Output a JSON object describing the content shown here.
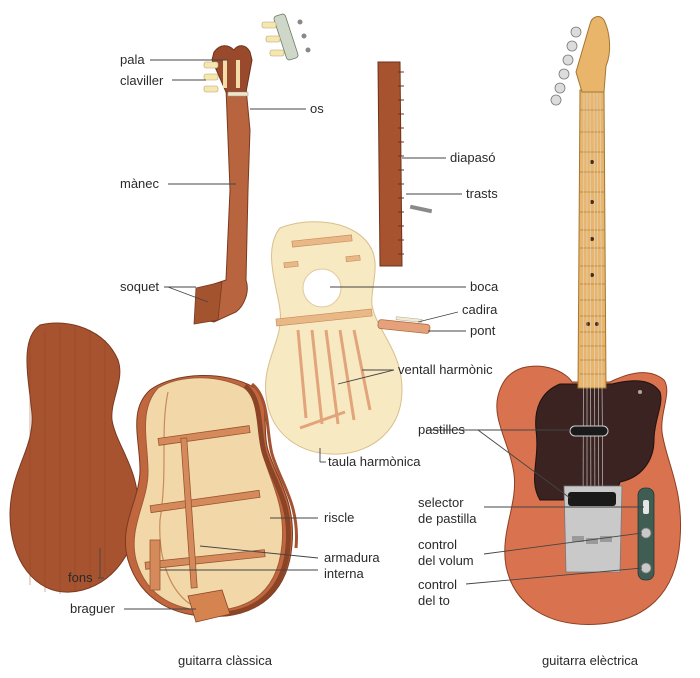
{
  "labels": {
    "pala": "pala",
    "claviller": "claviller",
    "os": "os",
    "manec": "mànec",
    "soquet": "soquet",
    "diapaso": "diapasó",
    "trasts": "trasts",
    "boca": "boca",
    "cadira": "cadira",
    "pont": "pont",
    "ventall": "ventall harmònic",
    "taula": "taula harmònica",
    "pastilles": "pastilles",
    "selector_1": "selector",
    "selector_2": "de pastilla",
    "volum_1": "control",
    "volum_2": "del volum",
    "to_1": "control",
    "to_2": "del to",
    "riscle": "riscle",
    "armadura_1": "armadura",
    "armadura_2": "interna",
    "fons": "fons",
    "braguer": "braguer"
  },
  "captions": {
    "classic": "guitarra clàssica",
    "electric": "guitarra elèctrica"
  },
  "colors": {
    "wood_dark": "#9a4a2c",
    "wood_mid": "#b8643f",
    "soundboard": "#f7e9c2",
    "electric_body": "#d9734f",
    "pickguard": "#3a2320",
    "maple_neck": "#e8b56a"
  }
}
